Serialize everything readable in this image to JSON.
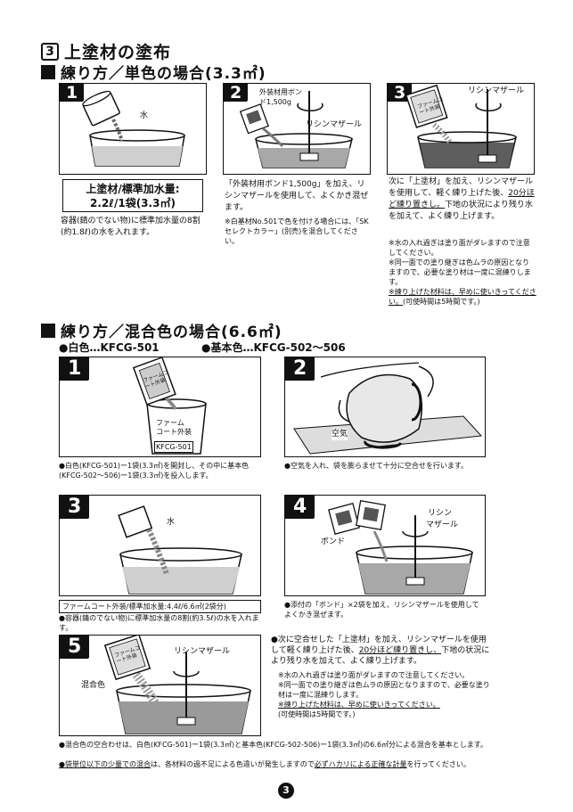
{
  "section": {
    "number": "3",
    "title": "上塗材の塗布"
  },
  "single": {
    "heading": "練り方／単色の場合(3.3㎡)",
    "steps": [
      {
        "num": "1",
        "label_water": "水",
        "box_line1": "上塗材/標準加水量:",
        "box_line2": "2.2ℓ/1袋(3.3㎡)",
        "text": "容器(錆のでない物)に標準加水量の8割(約1.8ℓ)の水を入れます。"
      },
      {
        "num": "2",
        "label_bond": "外装材用ボンド1,500g",
        "label_mixer": "リシンマザール",
        "text_a": "「外装材用ボンド1,500g」を加え、リシンマザールを使用して、よくかき混ぜます。",
        "note": "※白基材No.501で色を付ける場合には、「SKセレクトカラー」(別売)を混合してください。"
      },
      {
        "num": "3",
        "label_mixer": "リシンマザール",
        "bag_text": "ファームコート外装",
        "text_a": "次に「上塗材」を加え、リシンマザールを使用して、軽く練り上げた後、",
        "text_u": "20分ほど練り置きし。",
        "text_b": "下地の状況により残り水を加えて、よく練り上げます。",
        "note1": "※水の入れ過ぎは塗り面がダレますので注意してください。",
        "note2": "※同一面での塗り継ぎは色ムラの原因となりますので、必要な塗り材は一度に混練りします。",
        "note3_u": "※練り上げた材料は、早めに使いきってください。",
        "note3_b": "(可使時間は5時間です。)"
      }
    ]
  },
  "mixed": {
    "heading": "練り方／混合色の場合(6.6㎡)",
    "white_label": "●白色…KFCG-501",
    "base_label": "●基本色…KFCG-502〜506",
    "steps": [
      {
        "num": "1",
        "bag_text": "ファームコート外装",
        "bucket_text1": "ファーム",
        "bucket_text2": "コート外装",
        "bucket_code": "KFCG-501",
        "text": "●白色(KFCG-501)ー1袋(3.3㎡)を開封し、その中に基本色(KFCG-502〜506)ー1袋(3.3㎡)を投入します。"
      },
      {
        "num": "2",
        "label_air": "空気",
        "text": "●空気を入れ、袋を膨らませて十分に空合せを行います。"
      },
      {
        "num": "3",
        "label_water": "水",
        "box_line": "ファームコート外装/標準加水量:4.4ℓ/6.6㎡(2袋分)",
        "text": "●容器(錆のでない物)に標準加水量の8割(約3.5ℓ)の水を入れます。"
      },
      {
        "num": "4",
        "label_bond": "ボンド",
        "label_mixer1": "リシン",
        "label_mixer2": "マザール",
        "text": "●添付の「ボンド」×2袋を加え、リシンマザールを使用してよくかき混ぜます。"
      },
      {
        "num": "5",
        "label_mixer": "リシンマザール",
        "label_mixed": "混合色",
        "bag_text": "ファームコート外装",
        "text_a": "●次に空合せした「上塗材」を加え、リシンマザールを使用して軽く練り上げた後、",
        "text_u": "20分ほど練り置きし、",
        "text_b": "下地の状況により残り水を加えて、よく練り上げます。",
        "note1": "※水の入れ過ぎは塗り面がダレますので注意してください。",
        "note2": "※同一面での塗り継ぎは色ムラの原因となりますので、必要な塗り材は一度に混練りします。",
        "note3_u": "※練り上げた材料は、早めに使いきってください。",
        "note3_b": "(可使時間は5時間です。)"
      }
    ],
    "footnote1": "●混合色の空合わせは、白色(KFCG-501)ー1袋(3.3㎡)と基本色(KFCG-502-506)ー1袋(3.3㎡)の6.6㎡分による混合を基本とします。",
    "footnote2_u1": "●袋単位以下の少量での混合",
    "footnote2_a": "は、各材料の過不足による色違いが発生しますので",
    "footnote2_u2": "必ずハカリによる正確な計量",
    "footnote2_b": "を行ってください。"
  },
  "page_number": "3",
  "colors": {
    "ink": "#111111",
    "gray_fill": "#b8b8b8",
    "dark_fill": "#6a6a6a",
    "light_fill": "#dcdcdc"
  }
}
